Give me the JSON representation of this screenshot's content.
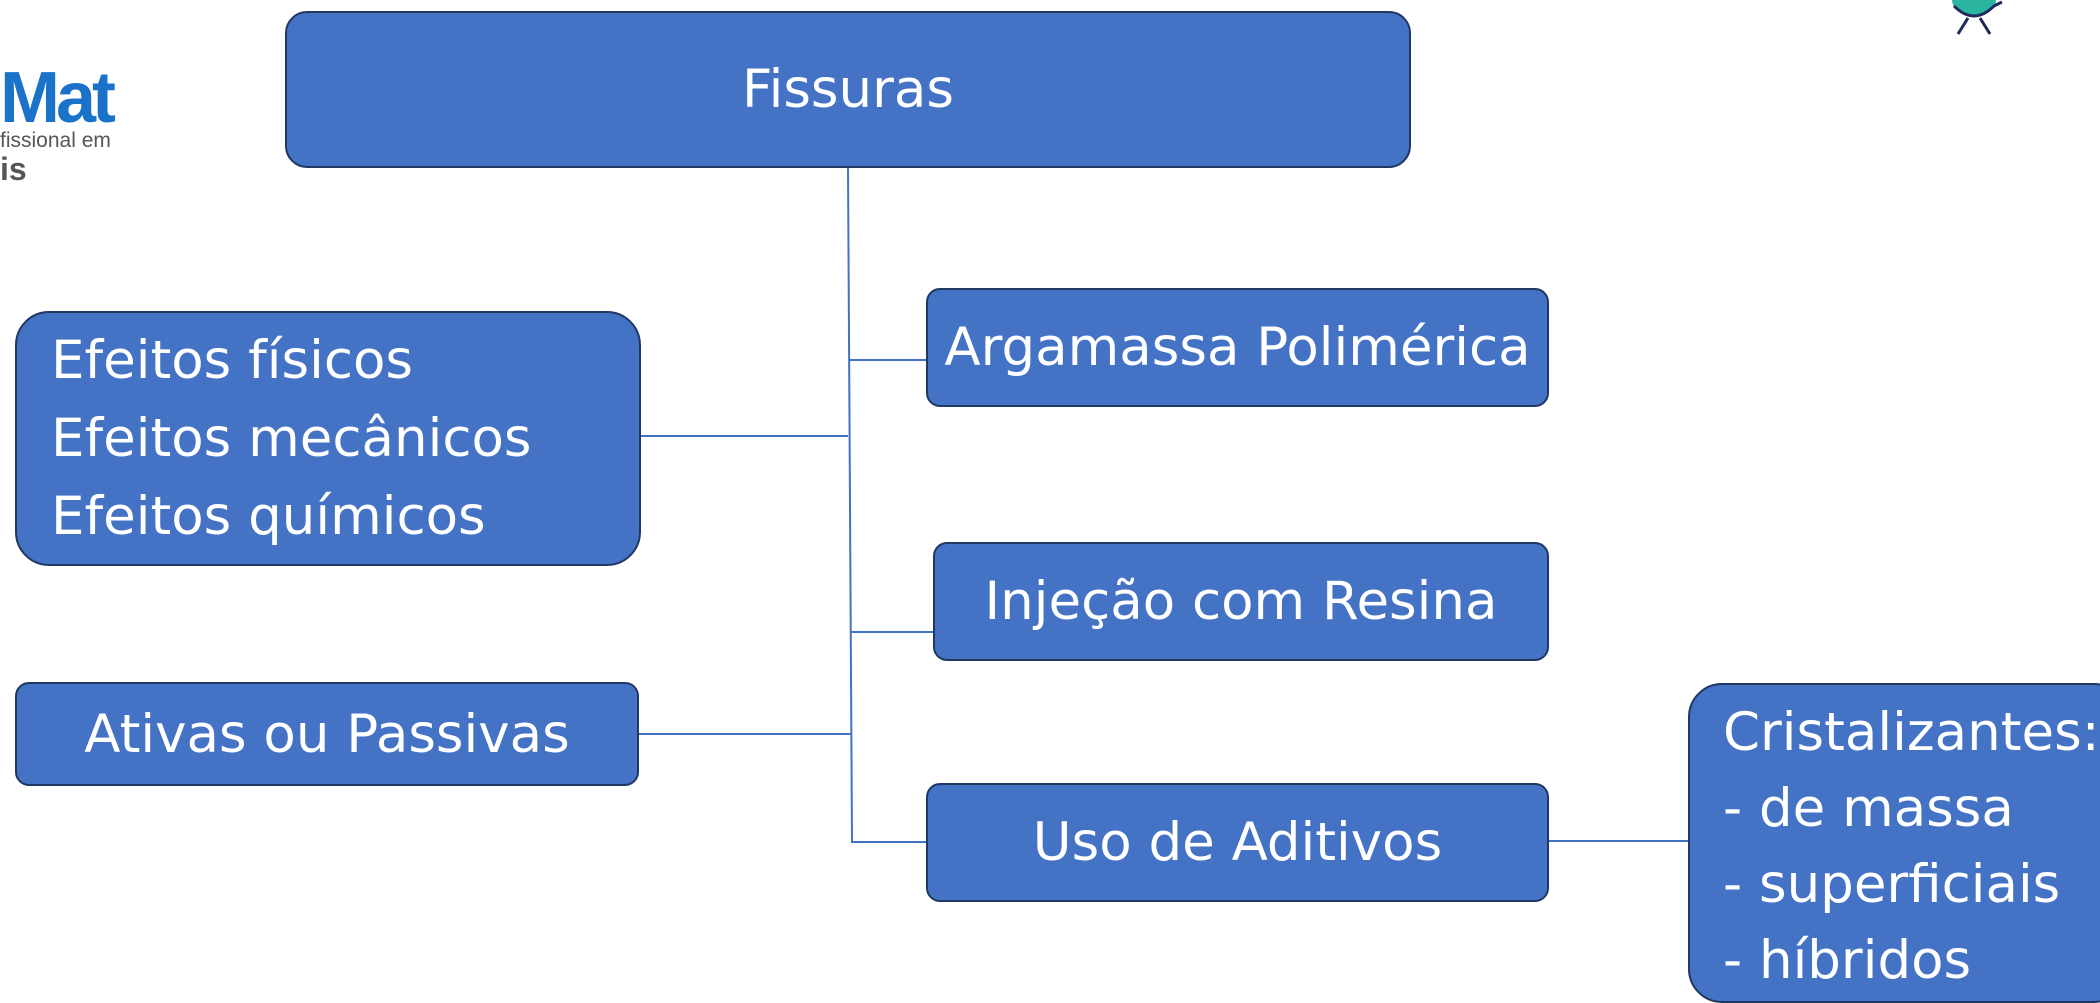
{
  "diagram": {
    "root": {
      "label": "Fissuras"
    },
    "left_nodes": [
      {
        "lines": [
          "Efeitos físicos",
          "Efeitos mecânicos",
          "Efeitos químicos"
        ]
      },
      {
        "label": "Ativas ou Passivas"
      }
    ],
    "right_nodes": [
      {
        "label": "Argamassa Polimérica"
      },
      {
        "label": "Injeção com Resina"
      },
      {
        "label": "Uso de Aditivos"
      }
    ],
    "detail_node": {
      "lines": [
        "Cristalizantes:",
        "- de massa",
        "- superficiais",
        "- híbridos"
      ]
    }
  },
  "logo": {
    "mark": "Mat",
    "subtitle": "fissional em",
    "subtitle2": "is"
  },
  "colors": {
    "node_fill": "#4472c4",
    "node_border": "#1f3864",
    "connector": "#4472c4",
    "node_text": "#ffffff",
    "logo_blue": "#1a73c8"
  }
}
